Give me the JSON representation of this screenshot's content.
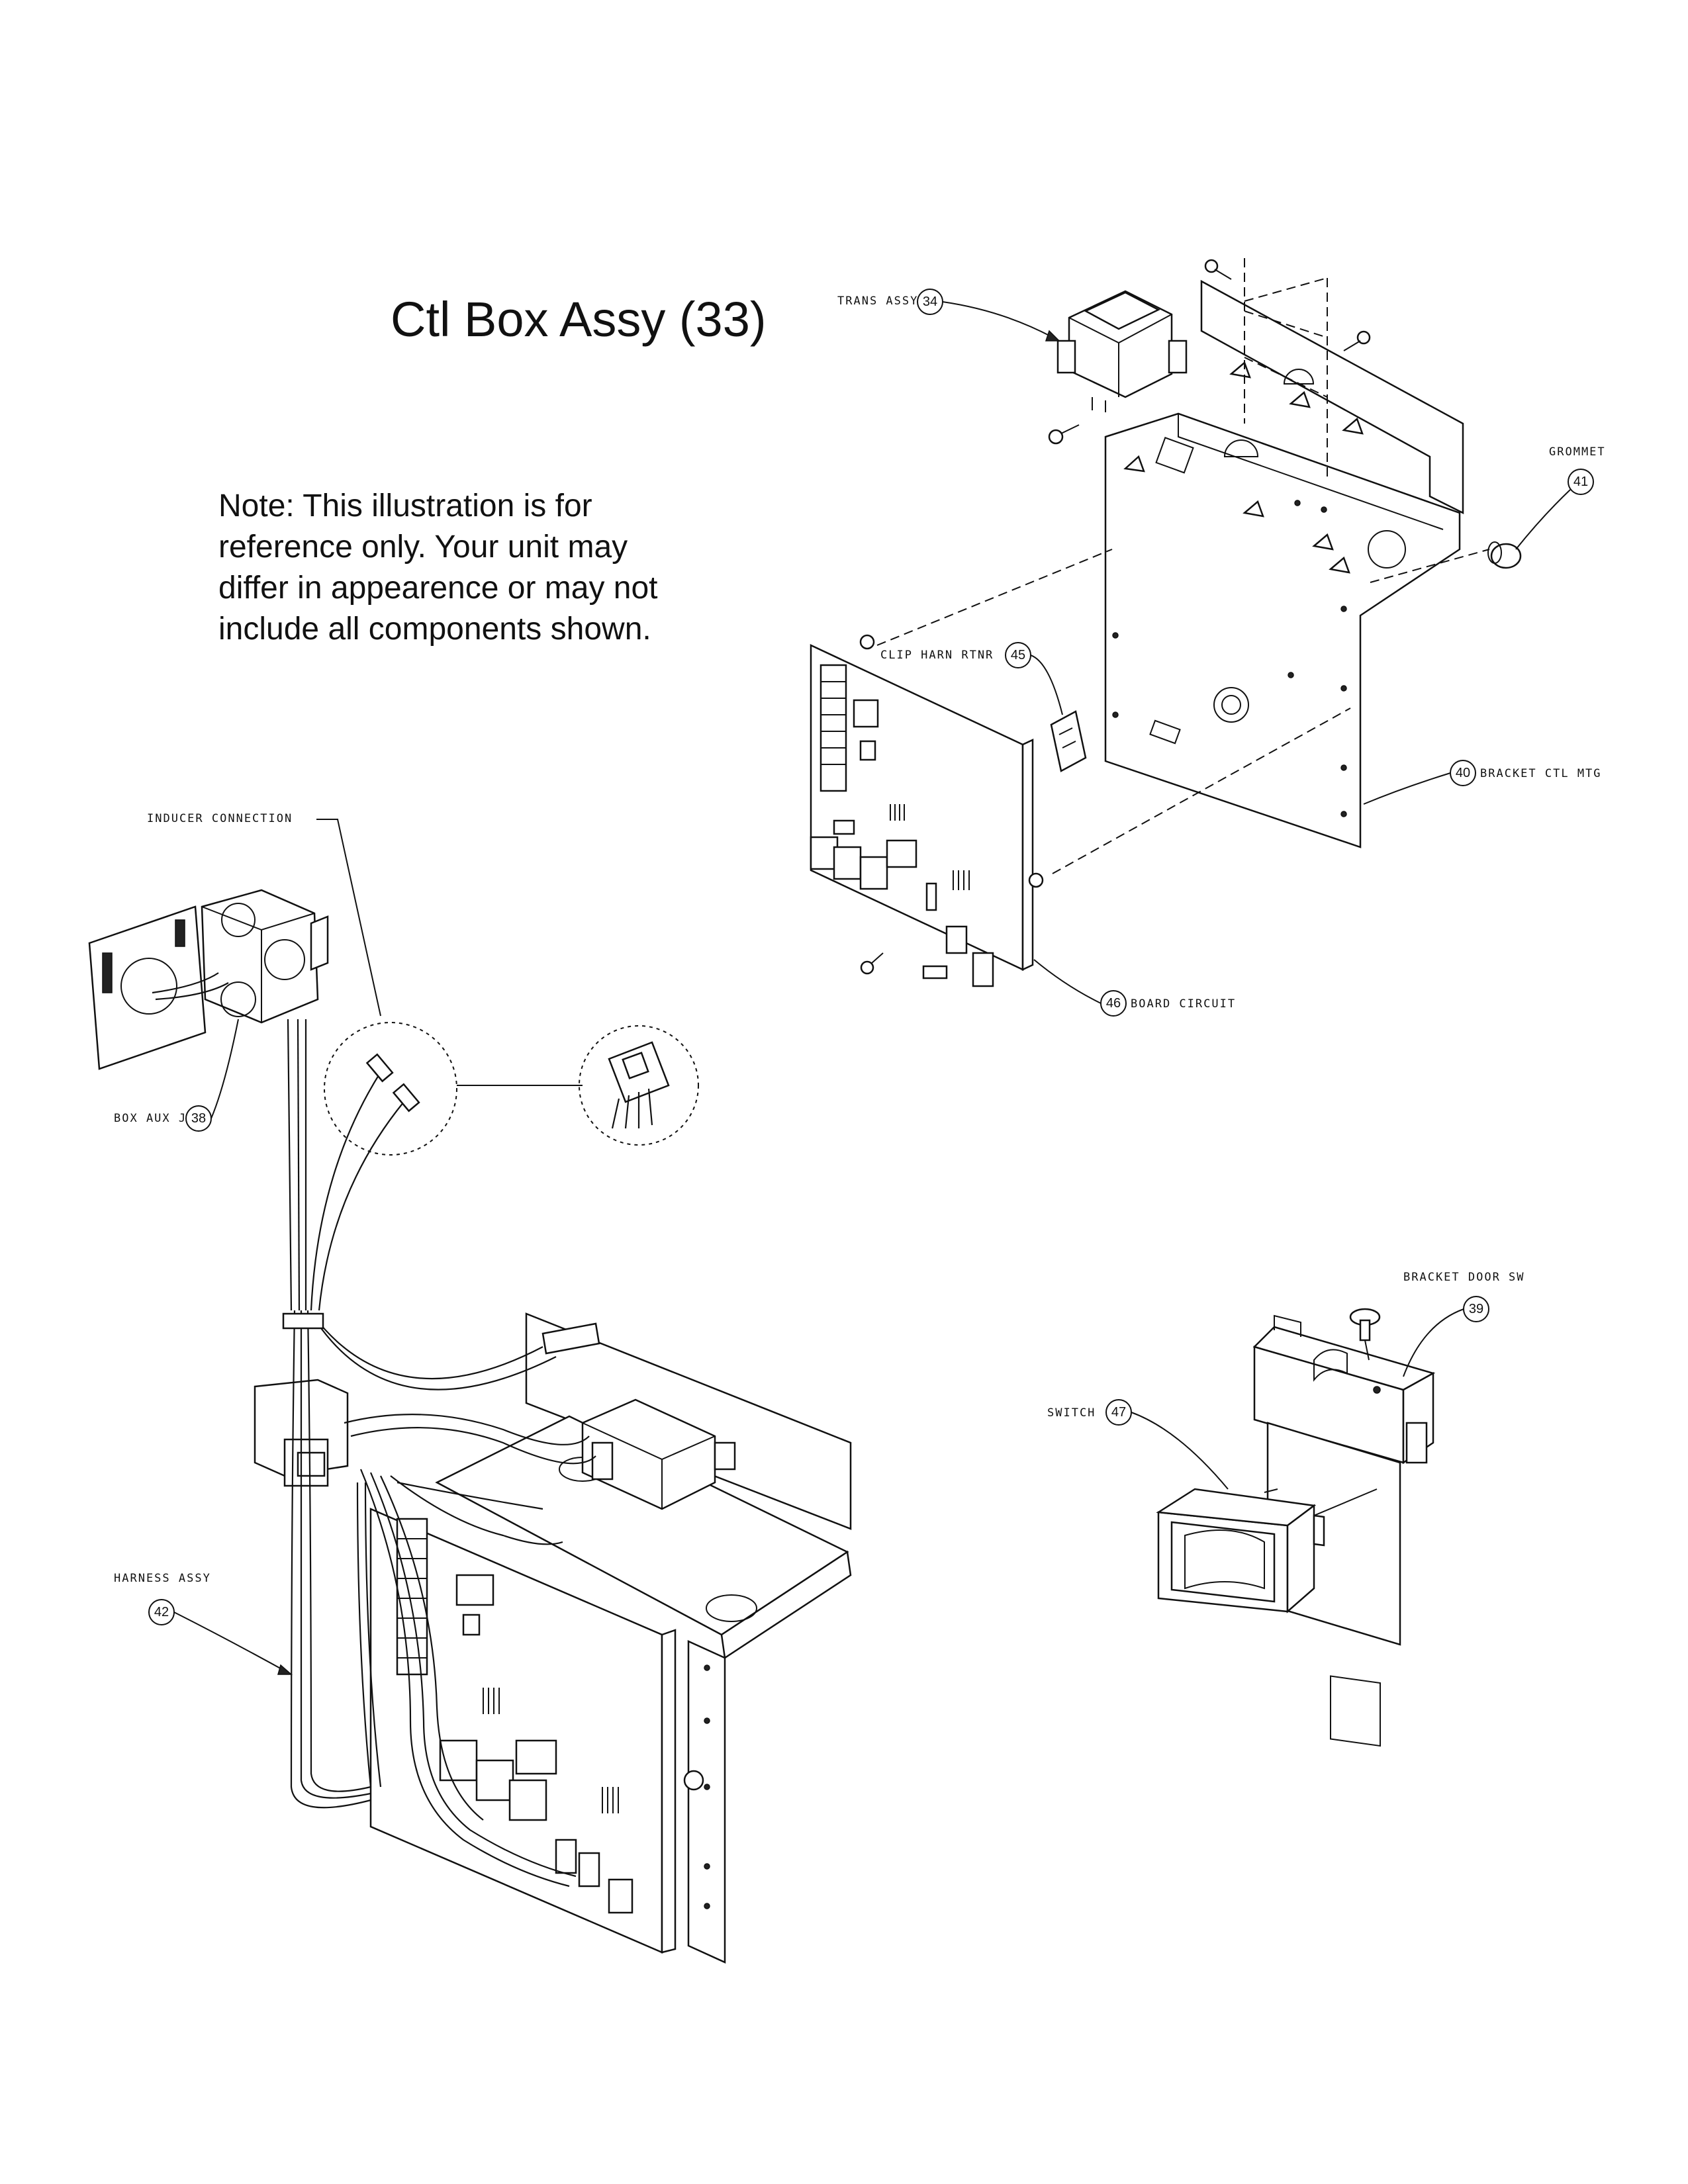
{
  "title": "Ctl Box Assy (33)",
  "note": [
    "Note: This illustration is for",
    "reference only. Your unit may",
    "differ in appearence or may not",
    "include all components shown."
  ],
  "callouts": {
    "trans_assy": {
      "label": "TRANS ASSY",
      "number": "34"
    },
    "grommet": {
      "label": "GROMMET",
      "number": "41"
    },
    "clip_harn_rtnr": {
      "label": "CLIP HARN RTNR",
      "number": "45"
    },
    "bracket_ctl_mtg": {
      "label": "BRACKET CTL MTG",
      "number": "40"
    },
    "board_circuit": {
      "label": "BOARD CIRCUIT",
      "number": "46"
    },
    "inducer_connection": {
      "label": "INDUCER CONNECTION"
    },
    "box_aux_j": {
      "label": "BOX AUX J",
      "number": "38"
    },
    "bracket_door_sw": {
      "label": "BRACKET DOOR SW",
      "number": "39"
    },
    "switch": {
      "label": "SWITCH",
      "number": "47"
    },
    "harness_assy": {
      "label": "HARNESS ASSY",
      "number": "42"
    }
  }
}
